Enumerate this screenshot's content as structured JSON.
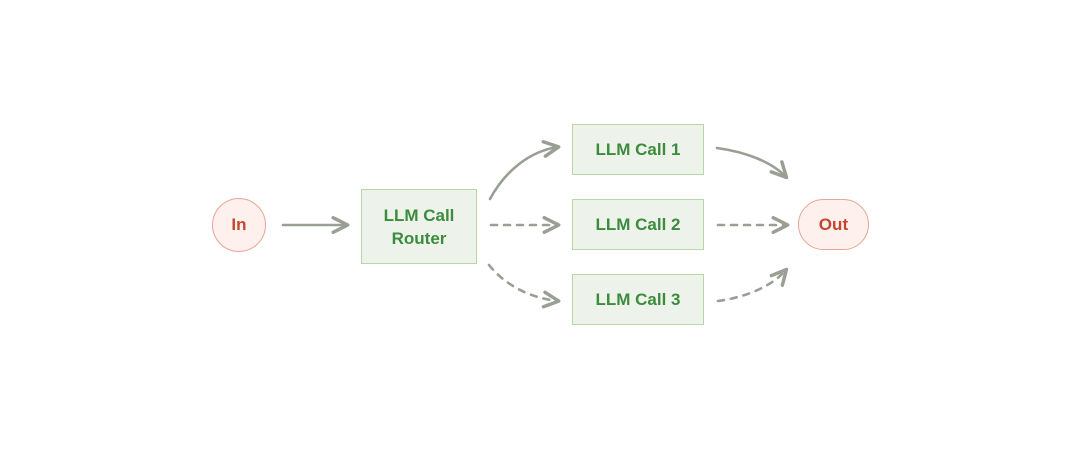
{
  "diagram": {
    "title": "LLM Call Router workflow",
    "background_color": "#ffffff",
    "palette": {
      "terminal_fill": "#fdf0ed",
      "terminal_border": "#e8a494",
      "terminal_text": "#c2472b",
      "box_fill": "#edf3ea",
      "box_border": "#b6d7a6",
      "box_text": "#3d8b3d",
      "edge_color": "#9a9f94"
    },
    "nodes": {
      "input": {
        "label": "In",
        "shape": "circle"
      },
      "router": {
        "label": "LLM Call\nRouter",
        "shape": "rectangle"
      },
      "call_1": {
        "label": "LLM Call 1",
        "shape": "rectangle"
      },
      "call_2": {
        "label": "LLM Call 2",
        "shape": "rectangle"
      },
      "call_3": {
        "label": "LLM Call 3",
        "shape": "rectangle"
      },
      "output": {
        "label": "Out",
        "shape": "pill"
      }
    },
    "edges": [
      {
        "name": "in-to-router",
        "from": "In",
        "to": "LLM Call Router",
        "style": "solid",
        "shape": "straight"
      },
      {
        "name": "router-to-call-1",
        "from": "LLM Call Router",
        "to": "LLM Call 1",
        "style": "solid",
        "shape": "curved-up"
      },
      {
        "name": "router-to-call-2",
        "from": "LLM Call Router",
        "to": "LLM Call 2",
        "style": "dashed",
        "shape": "straight"
      },
      {
        "name": "router-to-call-3",
        "from": "LLM Call Router",
        "to": "LLM Call 3",
        "style": "dashed",
        "shape": "curved-down"
      },
      {
        "name": "call-1-to-out",
        "from": "LLM Call 1",
        "to": "Out",
        "style": "solid",
        "shape": "curved-down"
      },
      {
        "name": "call-2-to-out",
        "from": "LLM Call 2",
        "to": "Out",
        "style": "dashed",
        "shape": "straight"
      },
      {
        "name": "call-3-to-out",
        "from": "LLM Call 3",
        "to": "Out",
        "style": "dashed",
        "shape": "curved-up"
      }
    ]
  }
}
